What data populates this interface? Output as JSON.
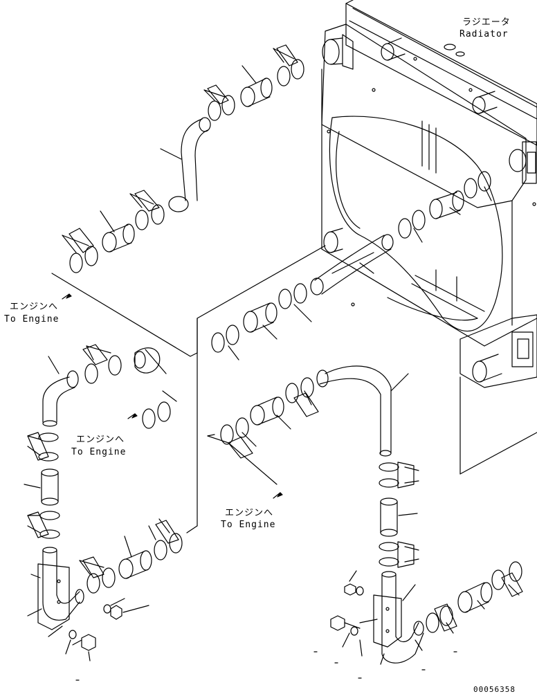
{
  "labels": {
    "radiator_jp": "ラジエータ",
    "radiator_en": "Radiator",
    "to_engine_1_jp": "エンジンへ",
    "to_engine_1_en": "To Engine",
    "to_engine_2_jp": "エンジンへ",
    "to_engine_2_en": "To Engine",
    "to_engine_3_jp": "エンジンへ",
    "to_engine_3_en": "To Engine"
  },
  "drawing_code": "00056358"
}
